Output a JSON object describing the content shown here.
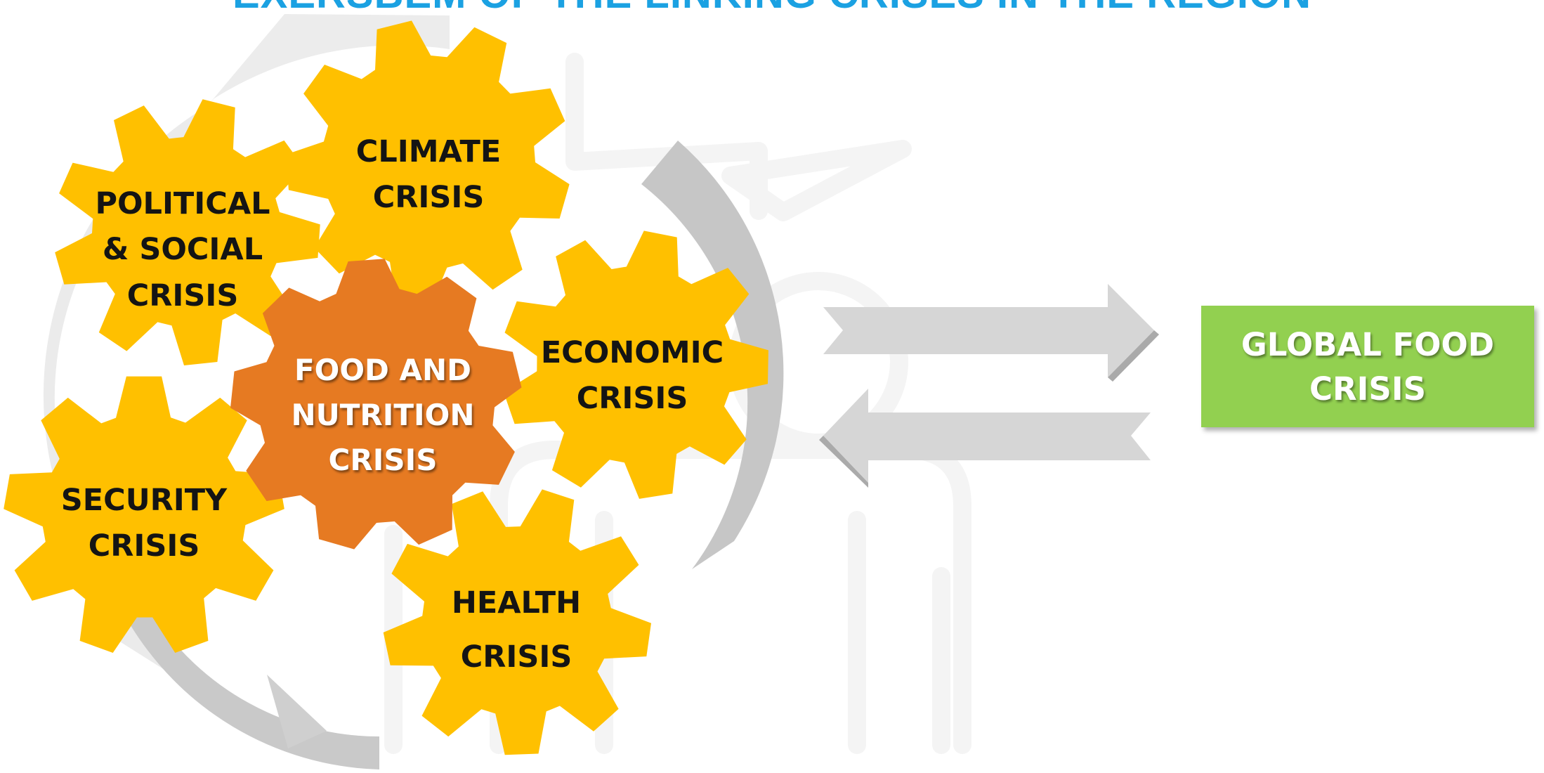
{
  "title": "EXERSBEM OF THE LINKING CRISES IN THE REGION",
  "gears": [
    {
      "id": "climate",
      "lines": [
        "CLIMATE",
        "CRISIS"
      ],
      "color": "#ffc000"
    },
    {
      "id": "political",
      "lines": [
        "POLITICAL",
        "& SOCIAL",
        "CRISIS"
      ],
      "color": "#ffc000"
    },
    {
      "id": "food",
      "lines": [
        "FOOD AND",
        "NUTRITION",
        "CRISIS"
      ],
      "color": "#e67a22"
    },
    {
      "id": "economic",
      "lines": [
        "ECONOMIC",
        "CRISIS"
      ],
      "color": "#ffc000"
    },
    {
      "id": "security",
      "lines": [
        "SECURITY",
        "CRISIS"
      ],
      "color": "#ffc000"
    },
    {
      "id": "health",
      "lines": [
        "HEALTH",
        "CRISIS"
      ],
      "color": "#ffc000"
    }
  ],
  "result": {
    "lines": [
      "GLOBAL FOOD",
      "CRISIS"
    ],
    "color": "#92d050"
  },
  "arrows": {
    "forward": "right-arrow",
    "backward": "left-arrow",
    "color": "#d6d6d6"
  },
  "cycle_color": "#e6e6e6"
}
